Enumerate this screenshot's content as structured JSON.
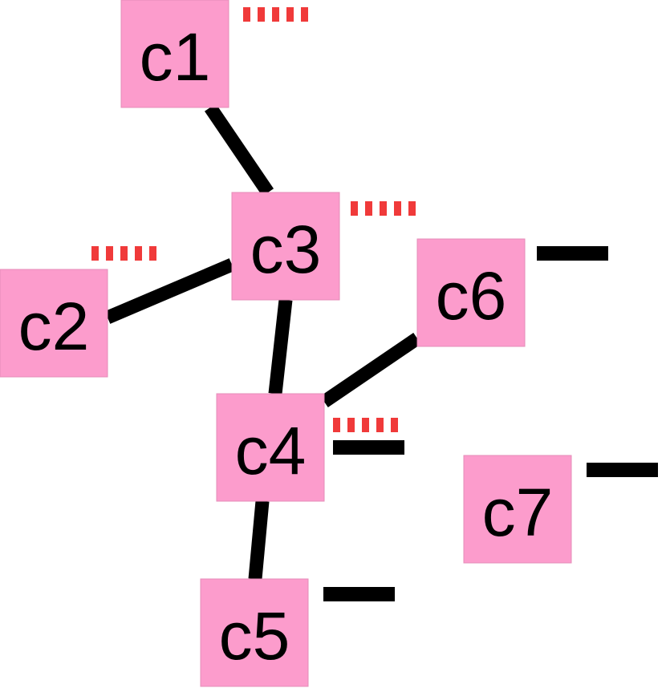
{
  "colors": {
    "node_fill": "#fc9ccc",
    "node_stroke": "#e58db8",
    "edge": "#000000",
    "dashed_marker": "#f03a3a",
    "solid_marker": "#000000"
  },
  "nodes": [
    {
      "id": "c1",
      "label": "c1",
      "marker": "dashed"
    },
    {
      "id": "c2",
      "label": "c2",
      "marker": "dashed"
    },
    {
      "id": "c3",
      "label": "c3",
      "marker": "dashed"
    },
    {
      "id": "c4",
      "label": "c4",
      "marker": "both"
    },
    {
      "id": "c5",
      "label": "c5",
      "marker": "solid"
    },
    {
      "id": "c6",
      "label": "c6",
      "marker": "solid"
    },
    {
      "id": "c7",
      "label": "c7",
      "marker": "solid"
    }
  ],
  "edges": [
    {
      "from": "c1",
      "to": "c3"
    },
    {
      "from": "c2",
      "to": "c3"
    },
    {
      "from": "c3",
      "to": "c4"
    },
    {
      "from": "c6",
      "to": "c4"
    },
    {
      "from": "c4",
      "to": "c5"
    }
  ]
}
